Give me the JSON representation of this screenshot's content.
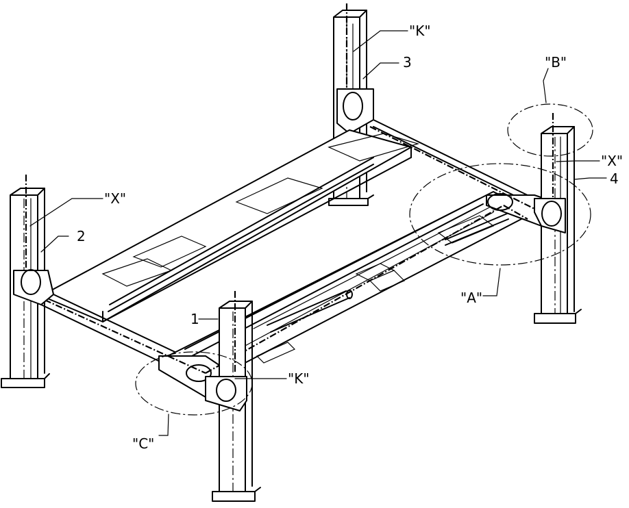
{
  "labels": {
    "k_top": "\"K\"",
    "three": "3",
    "b": "\"B\"",
    "x_right": "\"X\"",
    "four": "4",
    "x_left": "\"X\"",
    "two": "2",
    "a": "\"A\"",
    "one": "1",
    "k_bottom": "\"K\"",
    "c": "\"C\""
  }
}
